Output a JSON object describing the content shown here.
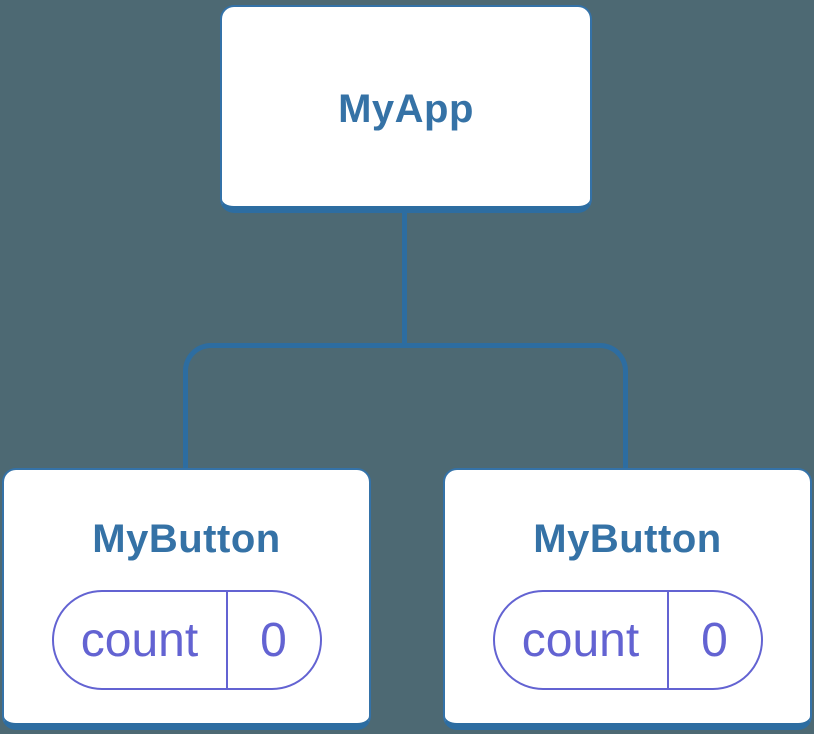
{
  "diagram": {
    "root": {
      "label": "MyApp"
    },
    "children": [
      {
        "label": "MyButton",
        "state": {
          "name": "count",
          "value": "0"
        }
      },
      {
        "label": "MyButton",
        "state": {
          "name": "count",
          "value": "0"
        }
      }
    ]
  },
  "colors": {
    "background": "#4d6973",
    "node_background": "#ffffff",
    "connector_blue": "#2d6da1",
    "node_border_blue": "#3472a8",
    "heading_blue": "#3572a6",
    "state_purple": "#6363d2"
  }
}
